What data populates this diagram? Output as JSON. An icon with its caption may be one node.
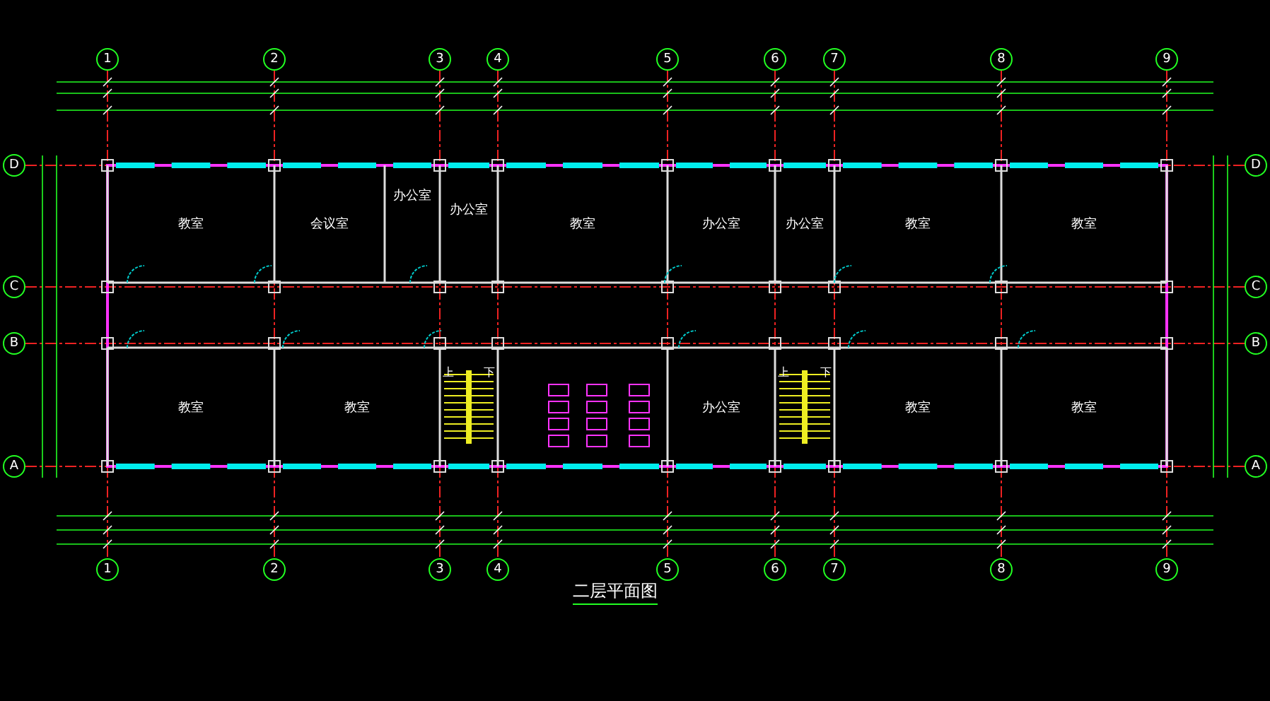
{
  "diagram": {
    "title": "二层平面图",
    "nodes": [
      {
        "text": [
          "教室"
        ]
      },
      {
        "text": [
          "会议室"
        ]
      },
      {
        "text": [
          "办公室"
        ]
      },
      {
        "text": [
          "办公室"
        ]
      },
      {
        "text": [
          "教室"
        ]
      },
      {
        "text": [
          "办公室"
        ]
      },
      {
        "text": [
          "办公室"
        ]
      },
      {
        "text": [
          "教室"
        ]
      },
      {
        "text": [
          "教室"
        ]
      },
      {
        "text": [
          "教室"
        ]
      },
      {
        "text": [
          "教室"
        ]
      },
      {
        "text": [
          "办公室"
        ]
      },
      {
        "text": [
          "教室"
        ]
      },
      {
        "text": [
          "教室"
        ]
      },
      {
        "text": [
          "1"
        ]
      },
      {
        "text": [
          "2"
        ]
      },
      {
        "text": [
          "3"
        ]
      },
      {
        "text": [
          "4"
        ]
      },
      {
        "text": [
          "5"
        ]
      },
      {
        "text": [
          "6"
        ]
      },
      {
        "text": [
          "7"
        ]
      },
      {
        "text": [
          "8"
        ]
      },
      {
        "text": [
          "9"
        ]
      },
      {
        "text": [
          "D"
        ]
      },
      {
        "text": [
          "C"
        ]
      },
      {
        "text": [
          "B"
        ]
      },
      {
        "text": [
          "A"
        ]
      },
      {
        "text": [
          "D"
        ]
      },
      {
        "text": [
          "C"
        ]
      },
      {
        "text": [
          "B"
        ]
      },
      {
        "text": [
          "A"
        ]
      },
      {
        "text": [
          "1"
        ]
      },
      {
        "text": [
          "2"
        ]
      },
      {
        "text": [
          "3"
        ]
      },
      {
        "text": [
          "4"
        ]
      },
      {
        "text": [
          "5"
        ]
      },
      {
        "text": [
          "6"
        ]
      },
      {
        "text": [
          "7"
        ]
      },
      {
        "text": [
          "8"
        ]
      },
      {
        "text": [
          "9"
        ]
      }
    ],
    "labels": [
      "上",
      "下",
      "上",
      "下"
    ]
  }
}
